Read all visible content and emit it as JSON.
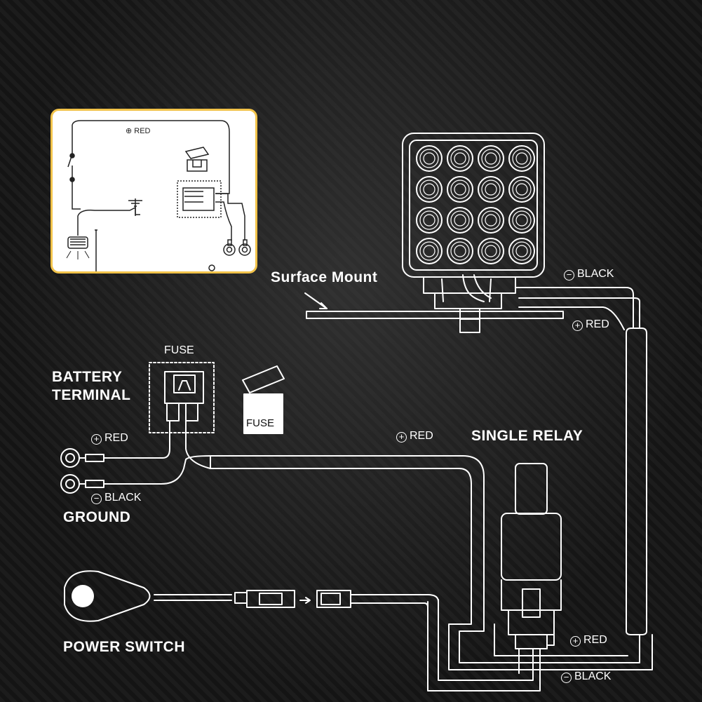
{
  "inset": {
    "red_label": "⊕ RED"
  },
  "labels": {
    "surface_mount": "Surface Mount",
    "black_top": "BLACK",
    "red_top": "RED",
    "fuse_top": "FUSE",
    "battery_terminal_1": "BATTERY",
    "battery_terminal_2": "TERMINAL",
    "red_battery": "RED",
    "black_ground": "BLACK",
    "ground": "GROUND",
    "fuse_card": "FUSE",
    "red_mid": "RED",
    "single_relay": "SINGLE RELAY",
    "power_switch": "POWER SWITCH",
    "red_bottom": "RED",
    "black_bottom": "BLACK"
  },
  "symbols": {
    "plus": "+",
    "minus": "−"
  },
  "colors": {
    "inset_border": "#f2c34a",
    "wire": "#ffffff",
    "background": "#151515"
  }
}
